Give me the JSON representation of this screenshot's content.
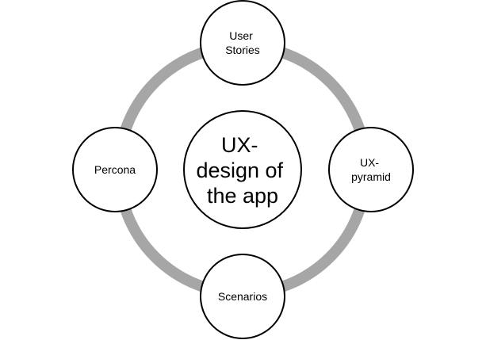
{
  "diagram": {
    "center": {
      "lines": [
        "UX-",
        "design of",
        "the app"
      ]
    },
    "nodes": {
      "top": {
        "lines": [
          "User",
          "Stories"
        ]
      },
      "right": {
        "lines": [
          "UX-",
          "pyramid"
        ]
      },
      "bottom": {
        "lines": [
          "Scenarios"
        ]
      },
      "left": {
        "lines": [
          "Percona"
        ]
      }
    },
    "colors": {
      "ring": "#a6a6a6",
      "node_fill": "#ffffff",
      "node_stroke": "#000000",
      "text": "#000000"
    }
  }
}
